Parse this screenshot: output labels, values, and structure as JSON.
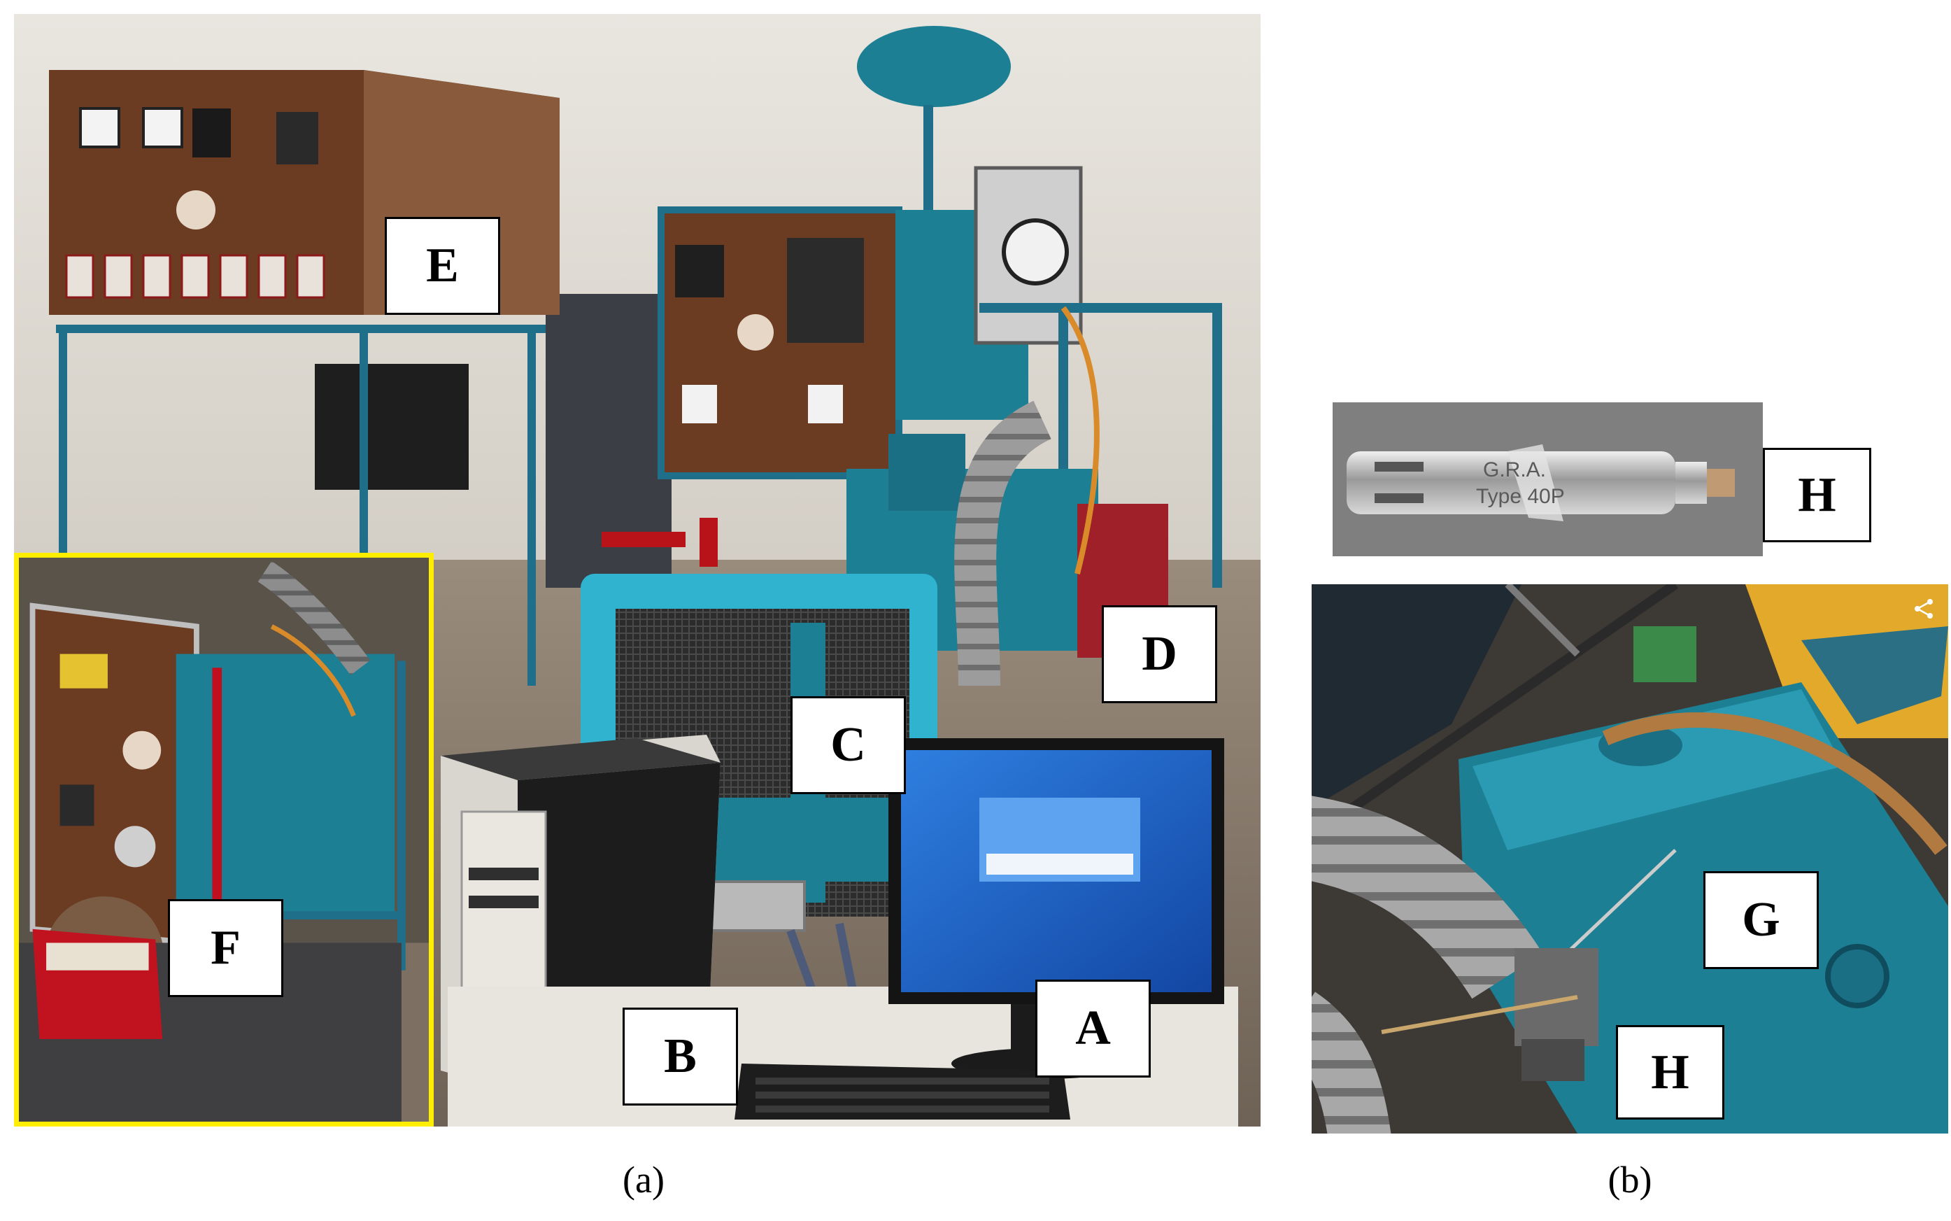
{
  "panel_a": {
    "caption": "(a)",
    "labels": {
      "A": "A",
      "B": "B",
      "C": "C",
      "D": "D",
      "E": "E",
      "F": "F"
    },
    "inset_border_color": "#ffee00"
  },
  "panel_b": {
    "caption": "(b)",
    "labels": {
      "H_top": "H",
      "G": "G",
      "H_bottom": "H"
    },
    "sensor_text_line1": "G.R.A.",
    "sensor_text_line2": "Type 40P",
    "share_icon": "share-icon"
  },
  "colors": {
    "machine_teal": "#1d7f93",
    "panel_brown": "#6b3b22",
    "monitor_blue": "#1f63c4",
    "floor": "#8d7c6a"
  }
}
